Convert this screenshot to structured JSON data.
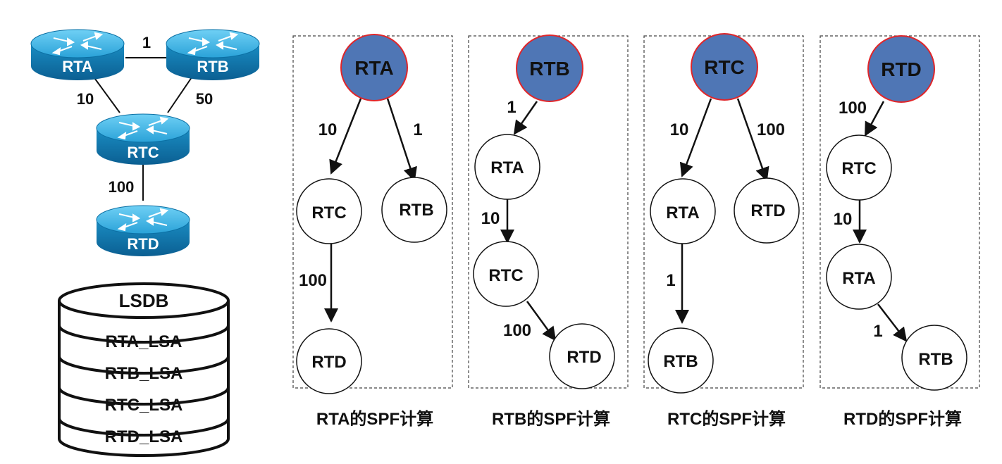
{
  "topology": {
    "routers": [
      "RTA",
      "RTB",
      "RTC",
      "RTD"
    ],
    "link_costs": {
      "rta_rtb": "1",
      "rta_rtc": "10",
      "rtb_rtc": "50",
      "rtc_rtd": "100"
    }
  },
  "lsdb": {
    "title": "LSDB",
    "entries": [
      "RTA_LSA",
      "RTB_LSA",
      "RTC_LSA",
      "RTD_LSA"
    ]
  },
  "spf_trees": [
    {
      "root": "RTA",
      "caption": "RTA的SPF计算",
      "nodes": [
        "RTC",
        "RTB",
        "RTD"
      ],
      "edge_costs": [
        "10",
        "1",
        "100"
      ]
    },
    {
      "root": "RTB",
      "caption": "RTB的SPF计算",
      "nodes": [
        "RTA",
        "RTC",
        "RTD"
      ],
      "edge_costs": [
        "1",
        "10",
        "100"
      ]
    },
    {
      "root": "RTC",
      "caption": "RTC的SPF计算",
      "nodes": [
        "RTA",
        "RTD",
        "RTB"
      ],
      "edge_costs": [
        "10",
        "100",
        "1"
      ]
    },
    {
      "root": "RTD",
      "caption": "RTD的SPF计算",
      "nodes": [
        "RTC",
        "RTA",
        "RTB"
      ],
      "edge_costs": [
        "100",
        "10",
        "1"
      ]
    }
  ],
  "colors": {
    "root_fill": "#4f76b5",
    "root_stroke": "#e0262a",
    "router_body": "#1a8dc3",
    "router_top": "#43b8e8"
  }
}
